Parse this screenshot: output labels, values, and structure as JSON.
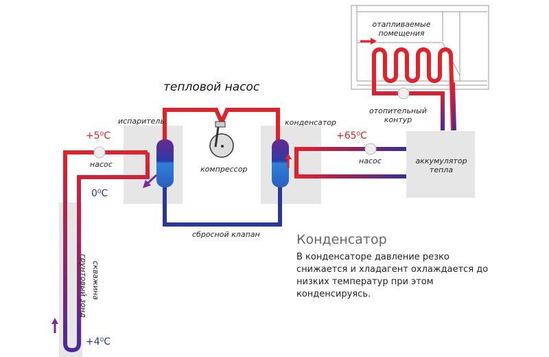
{
  "title": "тепловой насос",
  "labels": {
    "evaporator": "испаритель",
    "compressor": "компрессор",
    "condenser": "конденсатор",
    "valve": "сбросной клапан",
    "pump_left": "насос",
    "pump_right": "насос",
    "accumulator_line1": "аккумулятор",
    "accumulator_line2": "тепла",
    "heating_circuit_line1": "отопительный",
    "heating_circuit_line2": "контур",
    "rooms_line1": "отапливаемые",
    "rooms_line2": "помещения",
    "ground_probe": "грунтовый зонд",
    "borehole": "скважина"
  },
  "temperatures": {
    "t1": "+5⁰C",
    "t2": "0⁰C",
    "t3": "+4⁰C",
    "t4": "+65⁰C"
  },
  "info": {
    "title": "Конденсатор",
    "text": "В конденсаторе давление резко снижается и хладагент охлаждается до низких температур при этом конденсируясь."
  },
  "colors": {
    "hot": "#e1222b",
    "cold": "#2b3799",
    "box": "#e6e6e6"
  }
}
